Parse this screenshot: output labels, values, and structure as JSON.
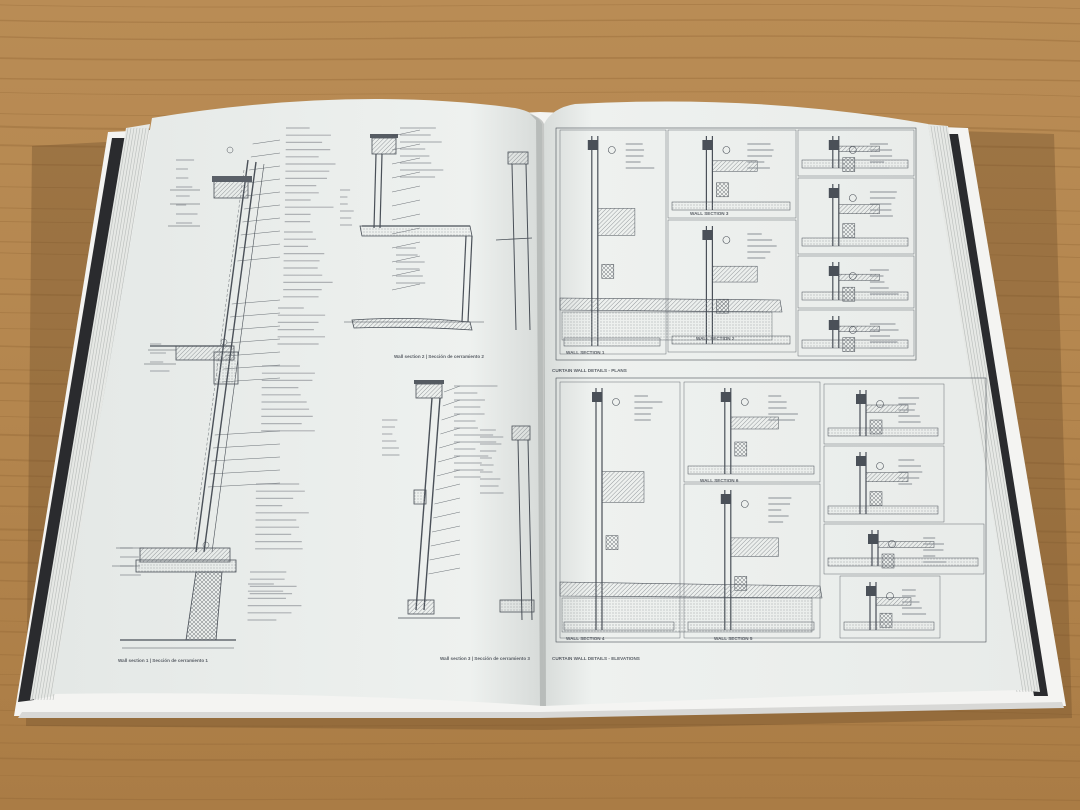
{
  "photo": {
    "subject": "open-architecture-book",
    "colors": {
      "wood": "#b88a52",
      "wood_dark": "#8f6435",
      "page": "#eef1ef",
      "line": "#4a5058",
      "hatch": "#8c9094"
    }
  },
  "left_page": {
    "captions": [
      "Wall section 1 | Sección de cerramiento 1",
      "Wall section 2 | Sección de cerramiento 2",
      "Wall section 3 | Sección de cerramiento 3"
    ]
  },
  "right_page": {
    "headers": [
      "CURTAIN WALL DETAILS - PLANS",
      "CURTAIN WALL DETAILS - ELEVATIONS"
    ],
    "section_labels": [
      "WALL SECTION 1",
      "WALL SECTION 2",
      "WALL SECTION 3",
      "WALL SECTION 4",
      "WALL SECTION 5",
      "WALL SECTION 6"
    ]
  }
}
